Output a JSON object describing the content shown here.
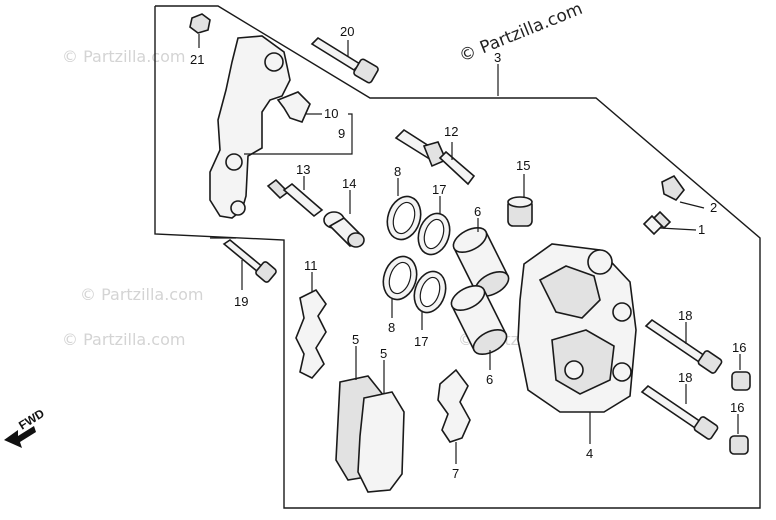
{
  "watermarks": {
    "main": "© Partzilla.com",
    "faint": "© Partzilla.com"
  },
  "direction_label": "FWD",
  "callouts": {
    "c1": "1",
    "c2": "2",
    "c3": "3",
    "c4": "4",
    "c5a": "5",
    "c5b": "5",
    "c6a": "6",
    "c6b": "6",
    "c7": "7",
    "c8a": "8",
    "c8b": "8",
    "c9": "9",
    "c10": "10",
    "c11": "11",
    "c12": "12",
    "c13": "13",
    "c14": "14",
    "c15": "15",
    "c16a": "16",
    "c16b": "16",
    "c17a": "17",
    "c17b": "17",
    "c18a": "18",
    "c18b": "18",
    "c19": "19",
    "c20": "20",
    "c21": "21"
  }
}
